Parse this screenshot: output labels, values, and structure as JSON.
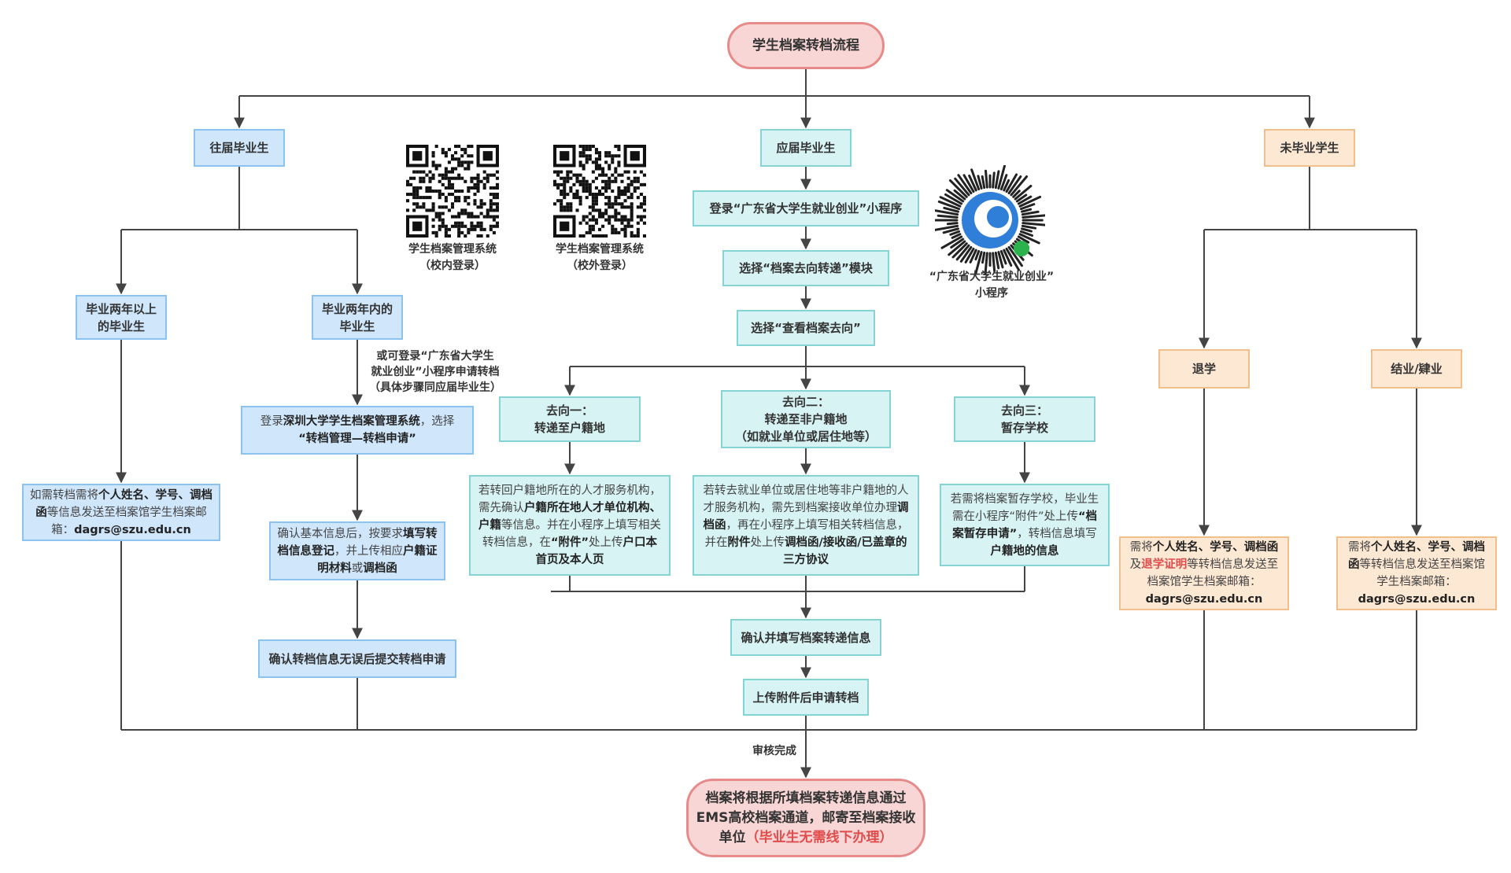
{
  "title": "学生档案转档流程",
  "columns": {
    "past": {
      "label": "往届毕业生",
      "over_two": {
        "label_l1": "毕业两年以上",
        "label_l2": "的毕业生",
        "email_note": {
          "p1": "如需转档需将",
          "b1": "个人姓名、学号、调档函",
          "p2": "等信息发送至档案馆学生档案邮箱：",
          "email": "dagrs@szu.edu.cn"
        }
      },
      "within_two": {
        "label_l1": "毕业两年内的",
        "label_l2": "毕业生",
        "side_note_l1": "或可登录“广东省大学生",
        "side_note_l2": "就业创业”小程序申请转档",
        "side_note_l3": "（具体步骤同应届毕业生）",
        "step1": {
          "p1": "登录",
          "b1": "深圳大学学生档案管理系统",
          "p2": "，选择",
          "b2": "“转档管理—转档申请”"
        },
        "step2": {
          "p1": "确认基本信息后，按要求",
          "b1": "填写转档信息登记",
          "p2": "，并上传相应",
          "b2": "户籍证明材料",
          "p3": "或",
          "b3": "调档函"
        },
        "step3": "确认转档信息无误后提交转档申请"
      }
    },
    "qr_codes": [
      {
        "label_l1": "学生档案管理系统",
        "label_l2": "（校内登录）",
        "icon": "qr-code-icon"
      },
      {
        "label_l1": "学生档案管理系统",
        "label_l2": "（校外登录）",
        "icon": "qr-code-icon"
      }
    ],
    "miniprogram": {
      "label_l1": "“广东省大学生就业创业”",
      "label_l2": "小程序",
      "icon": "mini-program-code-icon"
    },
    "current": {
      "label": "应届毕业生",
      "step1": "登录“广东省大学生就业创业”小程序",
      "step2": "选择“档案去向转递”模块",
      "step3": "选择“查看档案去向”",
      "dest1": {
        "title_l1": "去向一：",
        "title_l2": "转递至户籍地",
        "desc": {
          "p1": "若转回户籍地所在的人才服务机构，需先确认",
          "b1": "户籍所在地人才单位机构、户籍",
          "p2": "等信息。并在小程序上填写相关转档信息，在",
          "b2": "“附件”",
          "p3": "处上传",
          "b3": "户口本首页及本人页"
        }
      },
      "dest2": {
        "title_l1": "去向二：",
        "title_l2": "转递至非户籍地",
        "title_l3": "（如就业单位或居住地等）",
        "desc": {
          "p1": "若转去就业单位或居住地等非户籍地的人才服务机构，需先到档案接收单位办理",
          "b1": "调档函",
          "p2": "，再在小程序上填写相关转档信息，并在",
          "b2": "附件",
          "p3": "处上传",
          "b3": "调档函/接收函/已盖章的三方协议"
        }
      },
      "dest3": {
        "title_l1": "去向三：",
        "title_l2": "暂存学校",
        "desc": {
          "p1": "若需将档案暂存学校，毕业生需在小程序“附件”处上传",
          "b1": "“档案暂存申请”",
          "p2": "，转档信息填写",
          "b2": "户籍地的信息"
        }
      },
      "confirm": "确认并填写档案转递信息",
      "upload": "上传附件后申请转档"
    },
    "non_grad": {
      "label": "未毕业学生",
      "withdraw": {
        "label": "退学",
        "desc": {
          "p1": "需将",
          "b1": "个人姓名、学号、调档函",
          "p2": "及",
          "red": "退学证明",
          "p3": "等转档信息发送至档案馆学生档案邮箱：",
          "email": "dagrs@szu.edu.cn"
        }
      },
      "complete": {
        "label": "结业/肄业",
        "desc": {
          "p1": "需将",
          "b1": "个人姓名、学号、调档函",
          "p2": "等转档信息发送至档案馆学生档案邮箱：",
          "email": "dagrs@szu.edu.cn"
        }
      }
    }
  },
  "review_label": "审核完成",
  "final": {
    "l1": "档案将根据所填档案转递信息通过",
    "l2": "EMS高校档案通道，邮寄至档案接收",
    "l3": "单位",
    "red": "（毕业生无需线下办理）"
  },
  "colors": {
    "blue_fill": "#cfe6fb",
    "blue_border": "#8cc3ee",
    "teal_fill": "#d7f3f3",
    "teal_border": "#86d3d3",
    "peach_fill": "#fde8d3",
    "peach_border": "#f1bf8b",
    "pink_fill": "#f9d6d6",
    "pink_border": "#e78a8a",
    "accent_red": "#e04b4b"
  }
}
